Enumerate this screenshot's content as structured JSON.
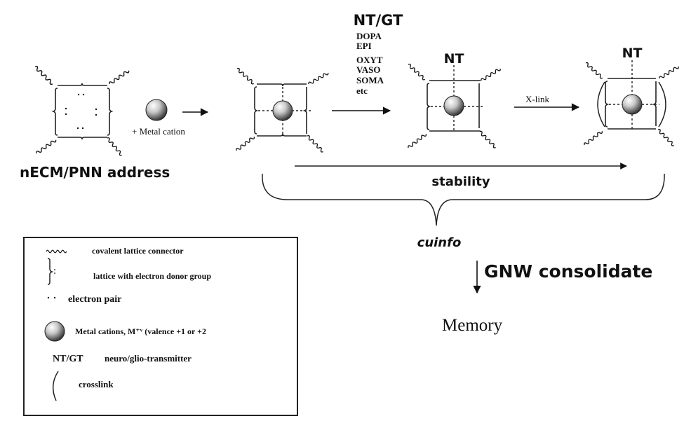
{
  "stage1": {
    "caption": "nECM/PNN address",
    "add_label": "+ Metal cation"
  },
  "stage2": {
    "reagent_title": "NT/GT",
    "reagents": [
      "DOPA",
      "EPI",
      "OXYT",
      "VASO",
      "SOMA",
      "etc"
    ]
  },
  "stage3": {
    "top_label": "NT",
    "arrow_label": "X-link"
  },
  "stage4": {
    "top_label": "NT"
  },
  "stability": {
    "label": "stability",
    "brace_label": "cuinfo"
  },
  "outcome": {
    "process_label": "GNW consolidate",
    "result_label": "Memory"
  },
  "legend": {
    "items": [
      {
        "icon": "wavy-line-icon",
        "label": "covalent lattice connector"
      },
      {
        "icon": "brace-icon",
        "label": "lattice with electron donor group"
      },
      {
        "icon": "electron-pair-icon",
        "label": "electron pair"
      },
      {
        "icon": "sphere-icon",
        "label": "Metal cations, M⁺ᵛ  (valence +1 or +2"
      },
      {
        "symbol": "NT/GT",
        "label": "neuro/glio-transmitter"
      },
      {
        "icon": "crosslink-arc-icon",
        "label": "crosslink"
      }
    ]
  },
  "colors": {
    "ink": "#111111",
    "sphere_light": "#f4f4f4",
    "sphere_dark": "#555555",
    "background": "#ffffff"
  }
}
